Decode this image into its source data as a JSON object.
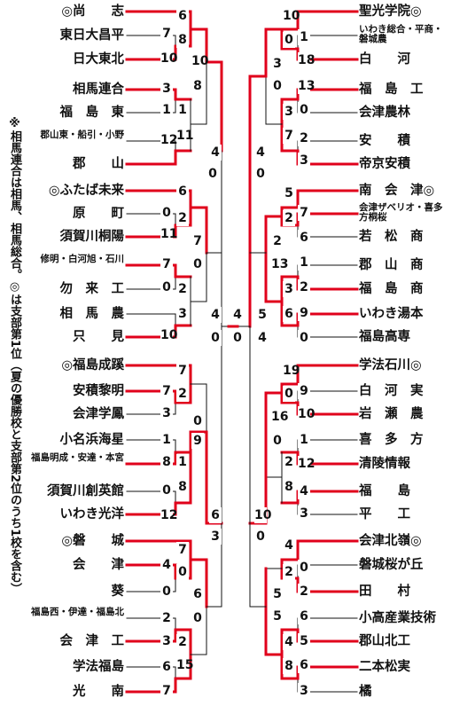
{
  "note": "※相馬連合は相馬、相馬総合。◎は支部第1位（夏の優勝校と支部第2位のうち1校を含む）",
  "colors": {
    "win": "#e0001b",
    "line": "#111111"
  },
  "left_teams": [
    {
      "name": "◎尚　　志"
    },
    {
      "name": "東日大昌平"
    },
    {
      "name": "日大東北"
    },
    {
      "name": "相馬連合"
    },
    {
      "name": "福　島　東"
    },
    {
      "name": "郡山東・船引・小野"
    },
    {
      "name": "郡　　山"
    },
    {
      "name": "◎ふたば未来"
    },
    {
      "name": "原　　町"
    },
    {
      "name": "須賀川桐陽"
    },
    {
      "name": "修明・白河旭・石川"
    },
    {
      "name": "勿　来　工"
    },
    {
      "name": "相　馬　農"
    },
    {
      "name": "只　　見"
    },
    {
      "name": "◎福島成蹊"
    },
    {
      "name": "安積黎明"
    },
    {
      "name": "会津学鳳"
    },
    {
      "name": "小名浜海星"
    },
    {
      "name": "福島明成・安達・本宮"
    },
    {
      "name": "須賀川創英館"
    },
    {
      "name": "いわき光洋"
    },
    {
      "name": "◎磐　　城"
    },
    {
      "name": "会　　津"
    },
    {
      "name": "葵"
    },
    {
      "name": "福島西・伊達・福島北"
    },
    {
      "name": "会　津　工"
    },
    {
      "name": "学法福島"
    },
    {
      "name": "光　　南"
    }
  ],
  "right_teams": [
    {
      "name": "聖光学院◎"
    },
    {
      "name": "いわき総合・平商・磐城農"
    },
    {
      "name": "白　　河"
    },
    {
      "name": "福　島　工"
    },
    {
      "name": "会津農林"
    },
    {
      "name": "安　　積"
    },
    {
      "name": "帝京安積"
    },
    {
      "name": "南　会　津◎"
    },
    {
      "name": "会津ザベリオ・喜多方桐桜"
    },
    {
      "name": "若　松　商"
    },
    {
      "name": "郡　山　商"
    },
    {
      "name": "福　島　商"
    },
    {
      "name": "いわき湯本"
    },
    {
      "name": "福島高専"
    },
    {
      "name": "学法石川◎"
    },
    {
      "name": "白　河　実"
    },
    {
      "name": "岩　瀬　農"
    },
    {
      "name": "喜　多　方"
    },
    {
      "name": "清陵情報"
    },
    {
      "name": "福　　島"
    },
    {
      "name": "平　　工"
    },
    {
      "name": "会津北嶺◎"
    },
    {
      "name": "磐城桜が丘"
    },
    {
      "name": "田　　村"
    },
    {
      "name": "小高産業技術"
    },
    {
      "name": "郡山北工"
    },
    {
      "name": "二本松実"
    },
    {
      "name": "橘"
    }
  ],
  "left_scores": [
    "6",
    "7",
    "8",
    "10",
    "10",
    "8",
    "4",
    "1",
    "3",
    "1",
    "11",
    "12",
    "6",
    "0",
    "2",
    "11",
    "7",
    "7",
    "0",
    "0",
    "2",
    "0",
    "3",
    "10",
    "4",
    "0",
    "4",
    "0",
    "7",
    "7",
    "2",
    "3",
    "1",
    "8",
    "1",
    "0",
    "8",
    "12",
    "9",
    "0",
    "6",
    "7",
    "4",
    "0",
    "0",
    "6",
    "2",
    "3",
    "2",
    "6",
    "15",
    "7",
    "0",
    "3"
  ],
  "right_scores": [
    "10",
    "0",
    "1",
    "18",
    "3",
    "0",
    "13",
    "0",
    "3",
    "7",
    "2",
    "3",
    "4",
    "0",
    "5",
    "2",
    "7",
    "6",
    "2",
    "1",
    "13",
    "3",
    "2",
    "6",
    "9",
    "0",
    "5",
    "4",
    "19",
    "9",
    "0",
    "10",
    "16",
    "0",
    "1",
    "2",
    "12",
    "8",
    "4",
    "3",
    "10",
    "0",
    "4",
    "2",
    "0",
    "2",
    "6",
    "5",
    "5",
    "4",
    "5",
    "8",
    "6",
    "3"
  ]
}
